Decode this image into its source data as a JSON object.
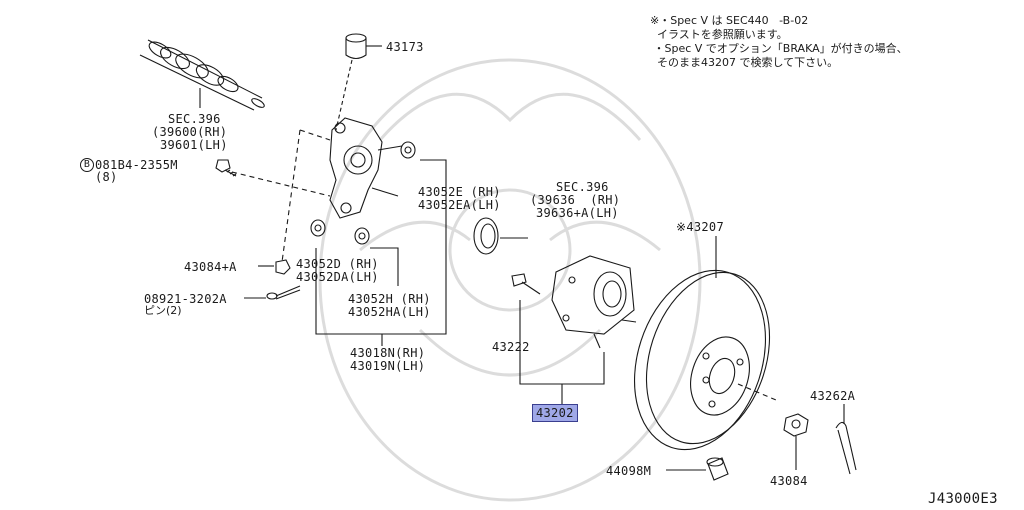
{
  "diagram_code": "J43000E3",
  "colors": {
    "line": "#1a1a1a",
    "highlight": "#9fa8e8",
    "highlight_border": "#3a3f8f",
    "watermark": "#d9d9d9"
  },
  "notes": {
    "line1": "※・Spec V は SEC440   -B-02",
    "line2": "  イラストを参照願います。",
    "line3": " ・Spec V でオプション「BRAKA」が付きの場合、",
    "line4": "  そのまま43207 で検索して下さい。"
  },
  "labels": {
    "p43173": "43173",
    "sec396a": "SEC.396",
    "p39600": "(39600(RH)",
    "p39601": "39601(LH)",
    "bolt_circle": "B",
    "bolt": "081B4-2355M",
    "bolt_qty": "(8)",
    "p43052e": "43052E (RH)",
    "p43052ea": "43052EA(LH)",
    "sec396b": "SEC.396",
    "p39636": "(39636  (RH)",
    "p39636a": "39636+A(LH)",
    "p43207": "※43207",
    "p43084a": "43084+A",
    "p43052d": "43052D (RH)",
    "p43052da": "43052DA(LH)",
    "p08921": "08921-3202A",
    "pin": "ピン(2)",
    "p43052h": "43052H (RH)",
    "p43052ha": "43052HA(LH)",
    "p43222": "43222",
    "p43018n": "43018N(RH)",
    "p43019n": "43019N(LH)",
    "p43202": "43202",
    "p43262a": "43262A",
    "p44098m": "44098M",
    "p43084": "43084"
  }
}
